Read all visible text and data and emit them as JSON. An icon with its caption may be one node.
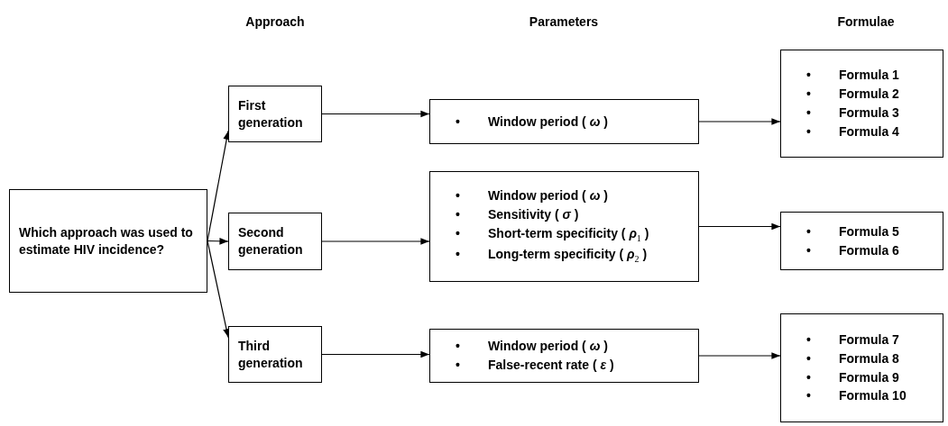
{
  "diagram": {
    "nodes": [
      {
        "text": [
          "Which approach was used to estimate HIV incidence?"
        ]
      },
      {
        "text": [
          "First generation"
        ]
      },
      {
        "text": [
          "Second generation"
        ]
      },
      {
        "text": [
          "Third generation"
        ]
      },
      {
        "text": [
          "• Window period ( *ω* )"
        ]
      },
      {
        "text": [
          "• Window period ( *ω* )",
          "• Sensitivity ( *σ* )",
          "• Short-term specificity ( *ρ*$_{1}$ )",
          "• Long-term specificity ( *ρ*$_{2}$ )"
        ]
      },
      {
        "text": [
          "• Window period ( *ω* )",
          "• False-recent rate ( *ε* )"
        ]
      },
      {
        "text": [
          "• Formula 1",
          "• Formula 2",
          "• Formula 3",
          "• Formula 4"
        ]
      },
      {
        "text": [
          "• Formula 5",
          "• Formula 6"
        ]
      },
      {
        "text": [
          "• Formula 7",
          "• Formula 8",
          "• Formula 9",
          "• Formula 10"
        ]
      }
    ],
    "edges": [
      {
        "from": 0,
        "to": 1,
        "arrow": "to"
      },
      {
        "from": 0,
        "to": 2,
        "arrow": "to"
      },
      {
        "from": 0,
        "to": 3,
        "arrow": "to"
      },
      {
        "from": 1,
        "to": 4,
        "arrow": "to"
      },
      {
        "from": 2,
        "to": 5,
        "arrow": "to"
      },
      {
        "from": 3,
        "to": 6,
        "arrow": "to"
      },
      {
        "from": 4,
        "to": 7,
        "arrow": "to"
      },
      {
        "from": 5,
        "to": 8,
        "arrow": "to"
      },
      {
        "from": 6,
        "to": 9,
        "arrow": "to"
      }
    ],
    "labels": [
      "Approach",
      "Parameters",
      "Formulae"
    ]
  }
}
